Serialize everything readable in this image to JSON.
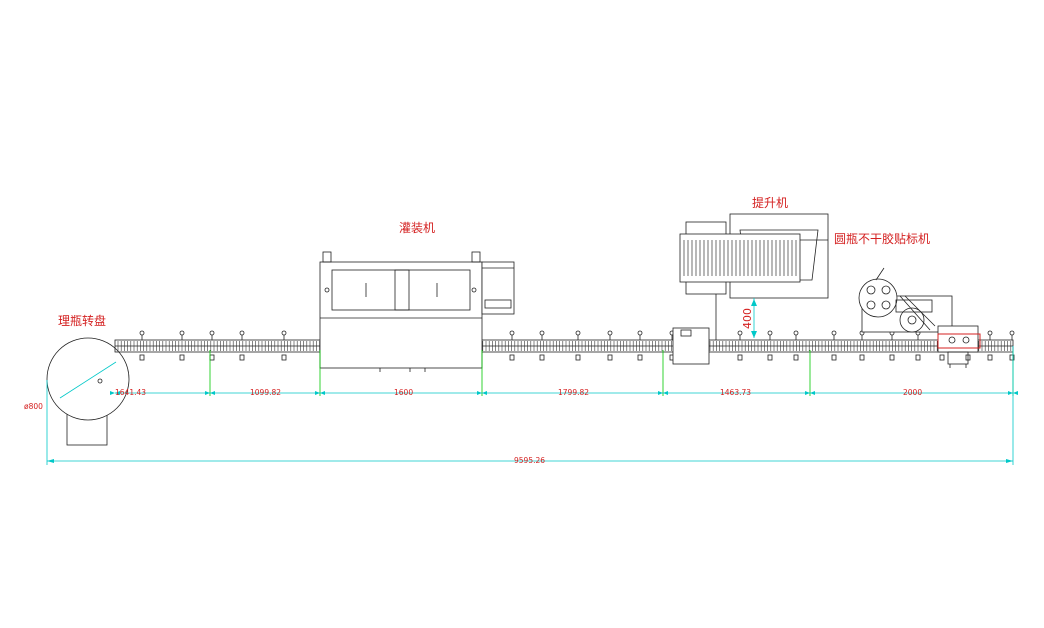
{
  "labels": {
    "turntable": "理瓶转盘",
    "filler": "灌装机",
    "elevator": "提升机",
    "labeler": "圆瓶不干胶贴标机"
  },
  "dimensions": {
    "diameter": "ø800",
    "seg1": "1641.43",
    "seg2": "1099.82",
    "seg3": "1600",
    "seg4": "1799.82",
    "seg5": "1463.73",
    "seg6": "2000",
    "total": "9595.26",
    "height": "400"
  },
  "colors": {
    "label": "#d42020",
    "dimension_line": "#00c8c8",
    "extension_line": "#00c800",
    "machine_line": "#222222"
  }
}
